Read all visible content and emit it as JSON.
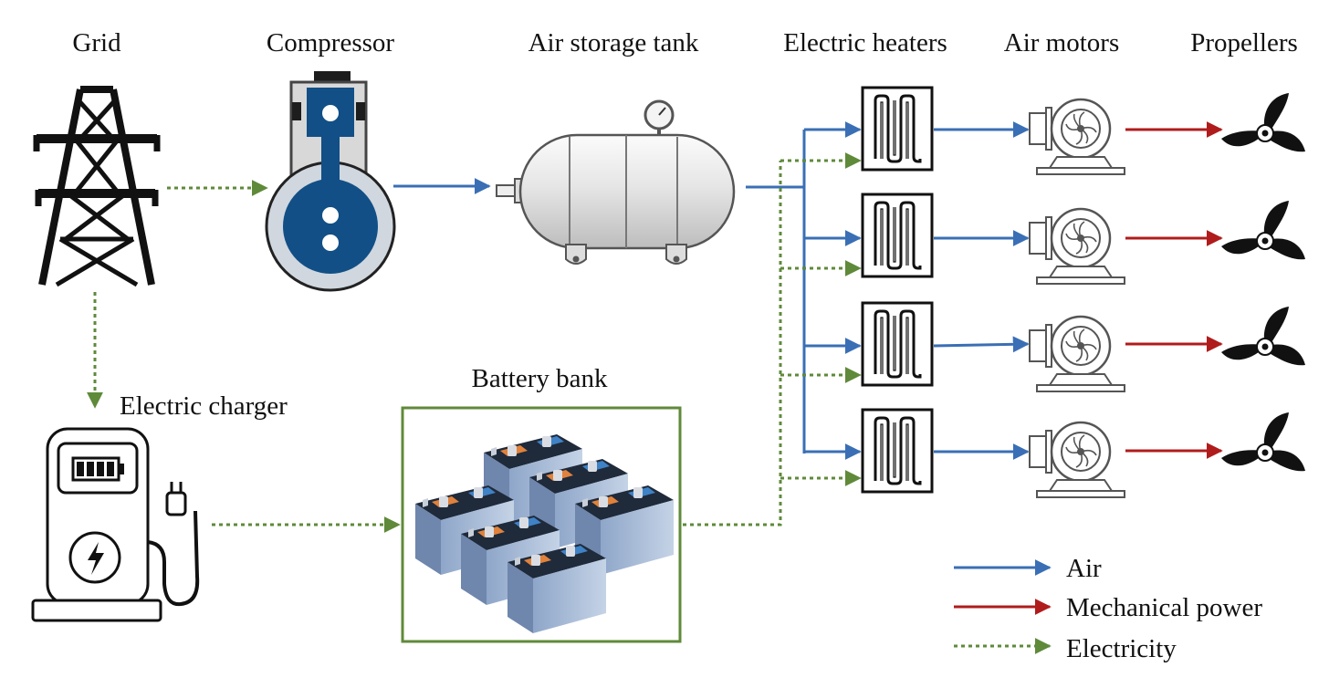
{
  "labels": {
    "grid": "Grid",
    "compressor": "Compressor",
    "air_storage_tank": "Air storage tank",
    "electric_heaters": "Electric heaters",
    "air_motors": "Air motors",
    "propellers": "Propellers",
    "battery_bank": "Battery bank",
    "electric_charger": "Electric charger"
  },
  "legend": {
    "air": "Air",
    "mechanical_power": "Mechanical power",
    "electricity": "Electricity"
  },
  "colors": {
    "air": "#3a6fb5",
    "mechanical_power": "#b01c1c",
    "electricity": "#5f8a3a",
    "compressor_blue": "#124f86",
    "battery_frame": "#5f8a3a"
  },
  "icons": {
    "grid": "transmission-tower-icon",
    "compressor": "piston-compressor-icon",
    "tank": "air-tank-icon",
    "heater": "heater-coil-icon",
    "motor": "air-motor-icon",
    "propeller": "propeller-icon",
    "charger": "charging-station-icon",
    "battery": "car-battery-icon"
  }
}
